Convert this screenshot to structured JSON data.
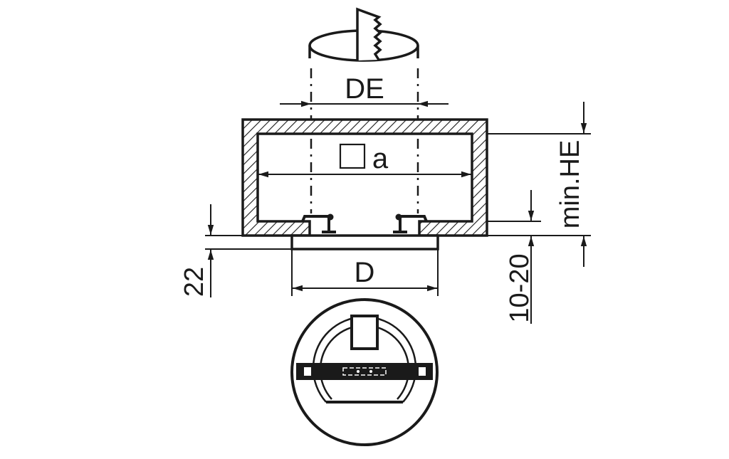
{
  "labels": {
    "de": "DE",
    "a": "a",
    "d": "D",
    "dim_22": "22",
    "dim_10_20": "10-20",
    "min_he": "min.HE"
  },
  "colors": {
    "ink": "#1a1a1a",
    "background": "#ffffff"
  }
}
